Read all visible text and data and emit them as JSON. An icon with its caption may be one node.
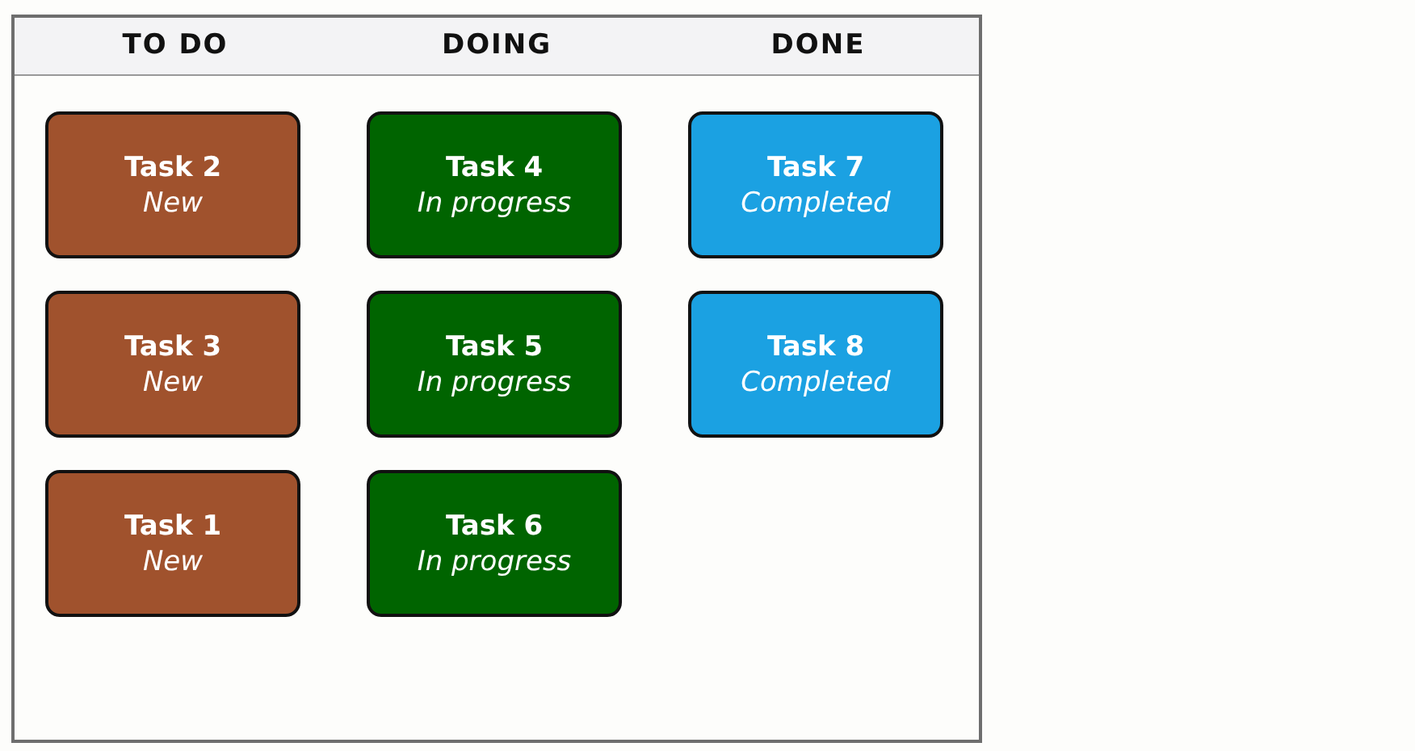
{
  "diagram": {
    "nodes": [
      {
        "text": [
          "TO DO"
        ]
      },
      {
        "text": [
          "Task 2",
          "New"
        ],
        "in": 0
      },
      {
        "text": [
          "Task 3",
          "New"
        ],
        "in": 0
      },
      {
        "text": [
          "Task 1",
          "New"
        ],
        "in": 0
      },
      {
        "text": [
          "DOING"
        ]
      },
      {
        "text": [
          "Task 4",
          "In progress"
        ],
        "in": 4
      },
      {
        "text": [
          "Task 5",
          "In progress"
        ],
        "in": 4
      },
      {
        "text": [
          "Task 6",
          "In progress"
        ],
        "in": 4
      },
      {
        "text": [
          "DONE"
        ]
      },
      {
        "text": [
          "Task 7",
          "Completed"
        ],
        "in": 8
      },
      {
        "text": [
          "Task 8",
          "Completed"
        ],
        "in": 8
      }
    ]
  }
}
